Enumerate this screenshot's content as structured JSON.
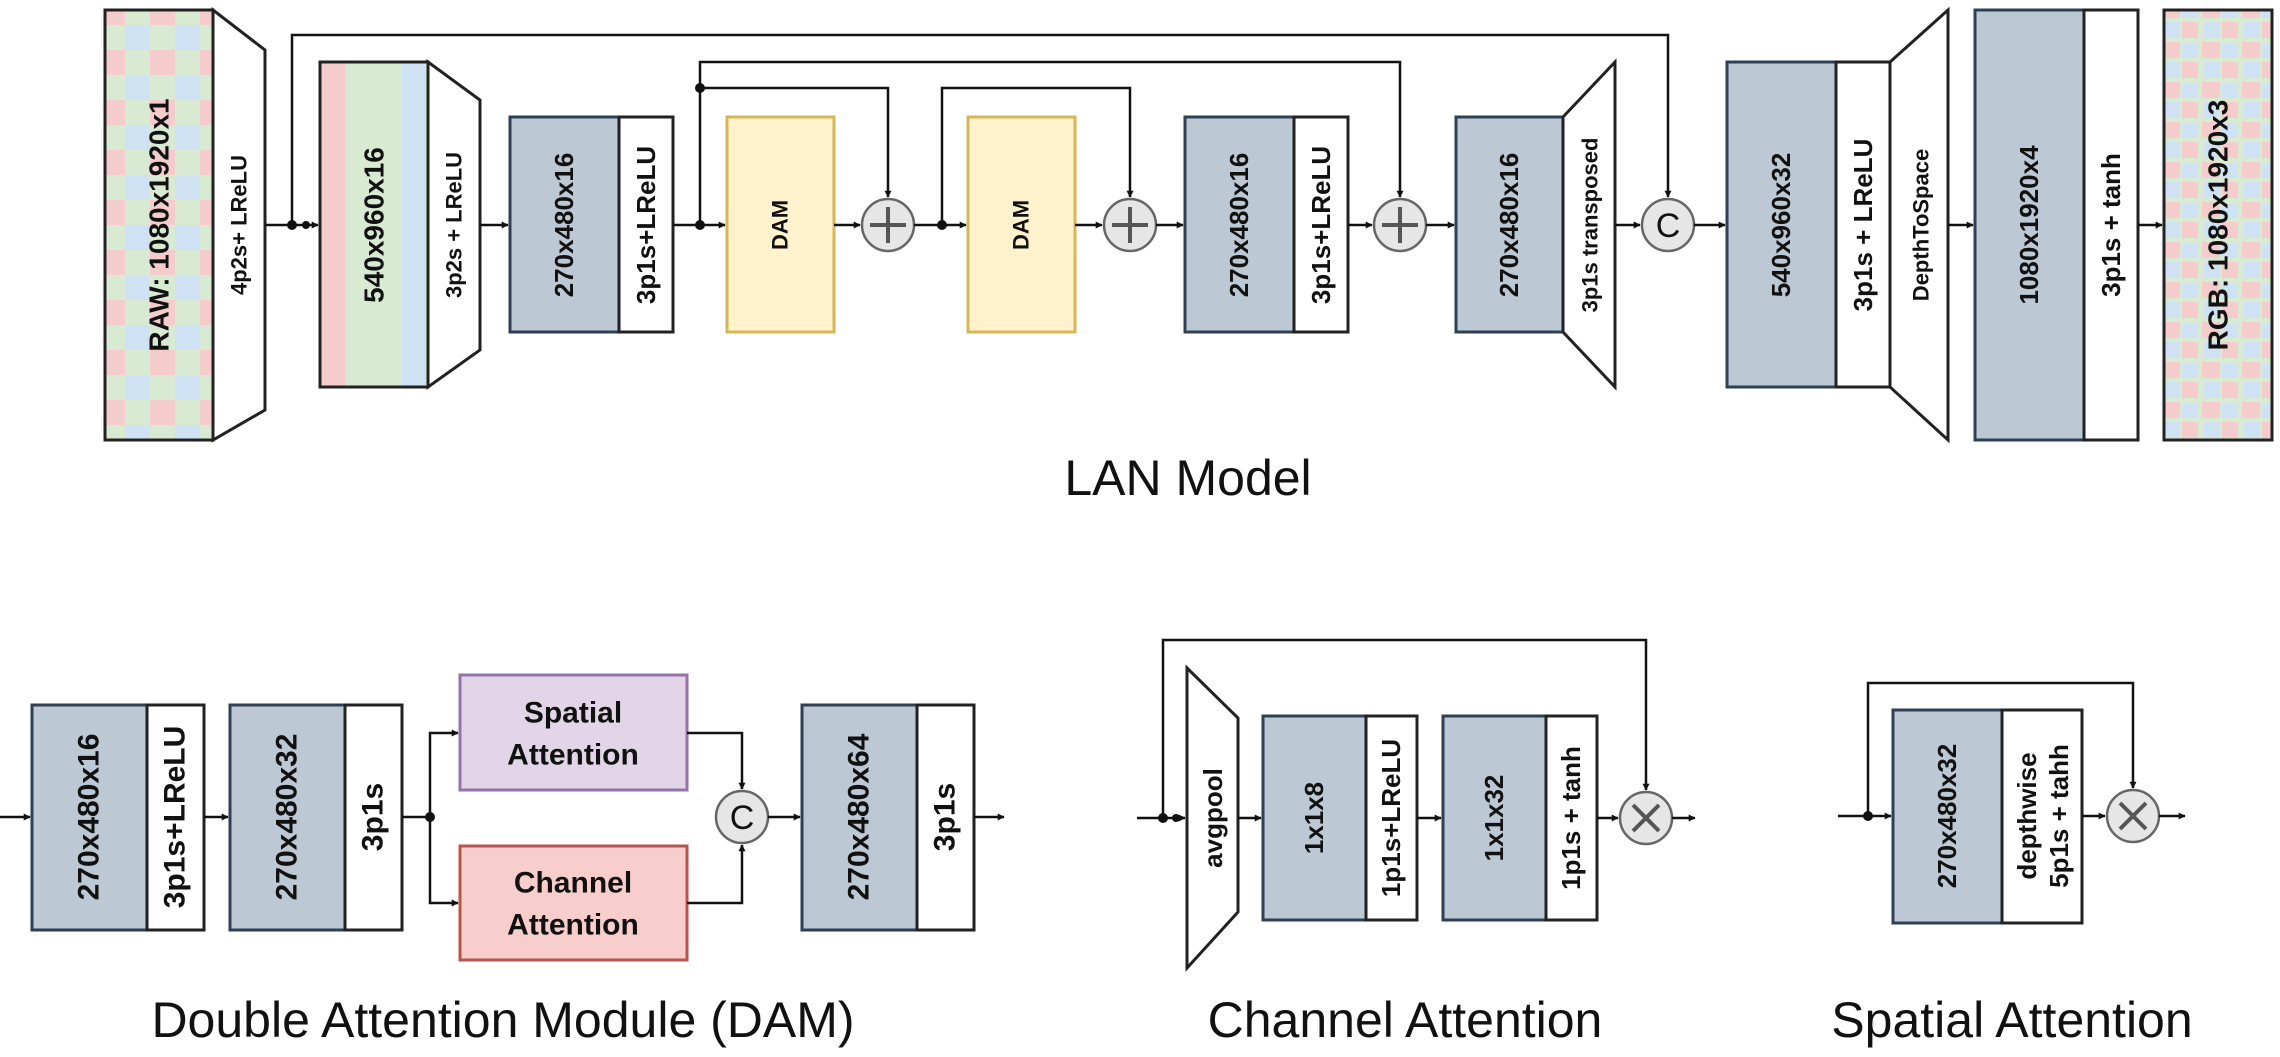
{
  "colors": {
    "tensor_fill": "#bcc9d4",
    "tensor_stroke": "#2e4053",
    "dam_fill": "#fff2cc",
    "dam_stroke": "#d6b656",
    "spatial_fill": "#e1d5e7",
    "spatial_stroke": "#9673a6",
    "channel_fill": "#f8cecc",
    "channel_stroke": "#b85450",
    "bayer_red": "#f4cccc",
    "bayer_green": "#d9ead3",
    "bayer_blue": "#cfe2f3",
    "operator_fill": "#e6e6e6"
  },
  "lan": {
    "caption": "LAN Model",
    "raw_input": "RAW: 1080x1920x1",
    "conv1": "4p2s+ LReLU",
    "t1": "540x960x16",
    "conv2": "3p2s + LReLU",
    "t2": "270x480x16",
    "t2_op": "3p1s+LReLU",
    "dam1": "DAM",
    "dam2": "DAM",
    "t3": "270x480x16",
    "t3_op": "3p1s+LReLU",
    "t4": "270x480x16",
    "tconv": "3p1s transposed",
    "concat": "C",
    "t5": "540x960x32",
    "t5_op": "3p1s + LReLU",
    "d2s": "DepthToSpace",
    "t6": "1080x1920x4",
    "t6_op": "3p1s + tanh",
    "rgb_output": "RGB: 1080x1920x3"
  },
  "dam": {
    "caption": "Double Attention Module (DAM)",
    "t1": "270x480x16",
    "t1_op": "3p1s+LReLU",
    "t2": "270x480x32",
    "t2_op": "3p1s",
    "spatial_l1": "Spatial",
    "spatial_l2": "Attention",
    "channel_l1": "Channel",
    "channel_l2": "Attention",
    "concat": "C",
    "t3": "270x480x64",
    "t3_op": "3p1s"
  },
  "ca": {
    "caption": "Channel Attention",
    "pool": "avgpool",
    "t1": "1x1x8",
    "t1_op": "1p1s+LReLU",
    "t2": "1x1x32",
    "t2_op": "1p1s + tanh"
  },
  "sa": {
    "caption": "Spatial Attention",
    "t1": "270x480x32",
    "t1_op_l1": "depthwise",
    "t1_op_l2": "5p1s + tahh"
  }
}
